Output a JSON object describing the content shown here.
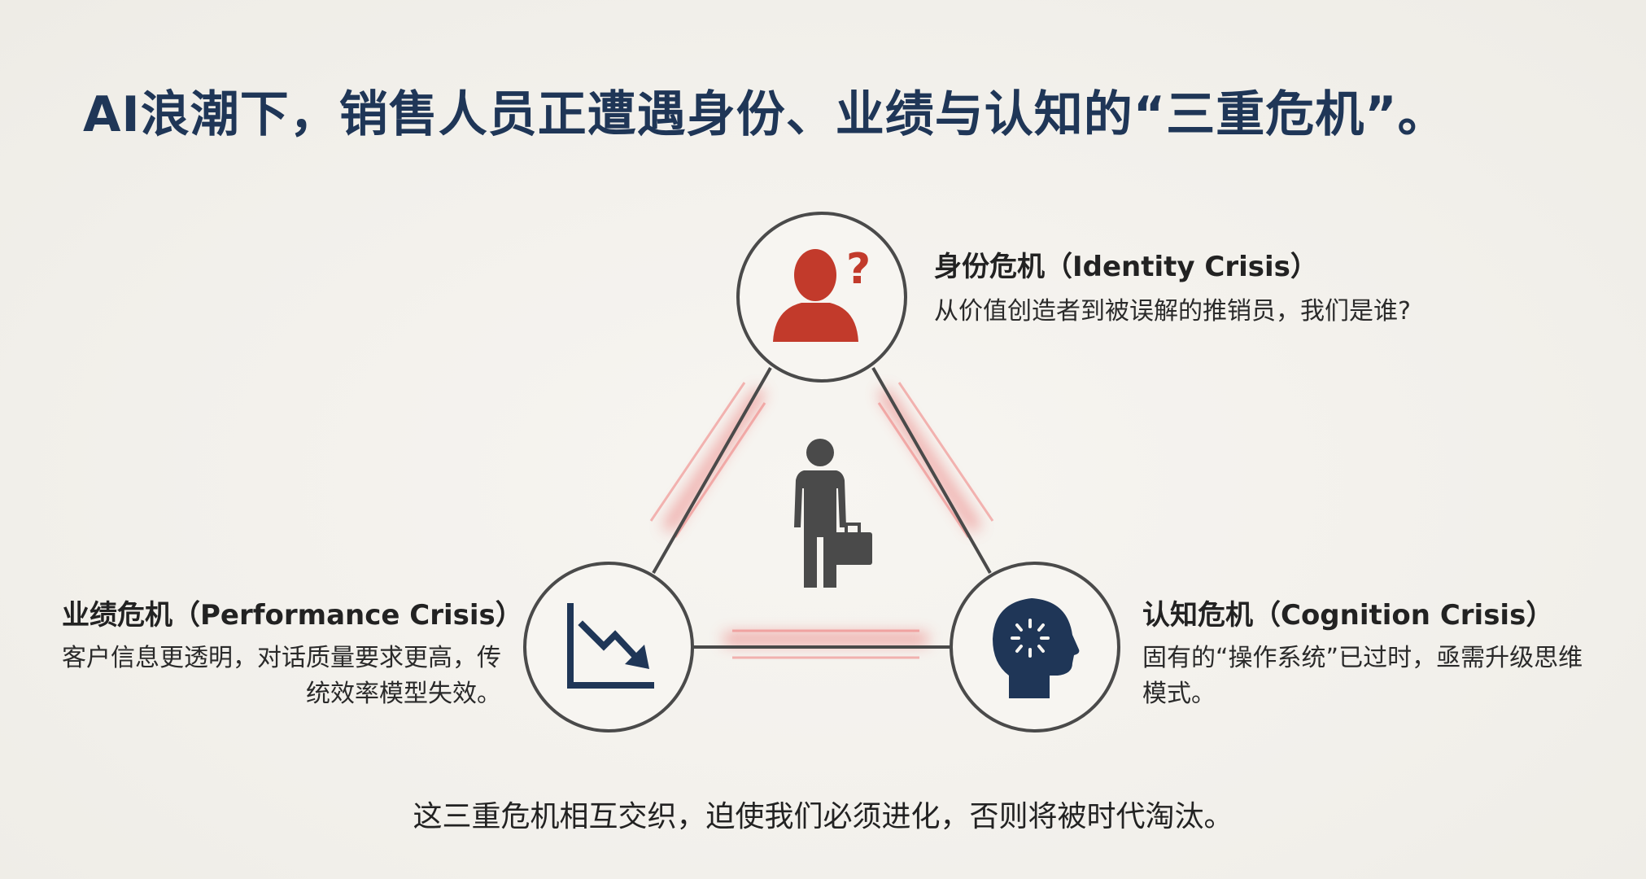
{
  "title": "AI浪潮下，销售人员正遭遇身份、业绩与认知的“三重危机”。",
  "crises": {
    "identity": {
      "title": "身份危机（Identity Crisis）",
      "description": "从价值创造者到被误解的推销员，我们是谁?",
      "icon": "person-question-icon",
      "color": "#c23a2b"
    },
    "performance": {
      "title": "业绩危机（Performance Crisis）",
      "description": "客户信息更透明，对话质量要求更高，传统效率模型失效。",
      "icon": "chart-down-icon",
      "color": "#1f3657"
    },
    "cognition": {
      "title": "认知危机（Cognition Crisis）",
      "description": "固有的“操作系统”已过时，亟需升级思维模式。",
      "icon": "head-gear-icon",
      "color": "#1f3657"
    }
  },
  "center_icon": "businessman-icon",
  "footer": "这三重危机相互交织，迫使我们必须进化，否则将被时代淘汰。",
  "colors": {
    "title": "#1f3657",
    "accent_red": "#c23a2b",
    "navy": "#1f3657",
    "line": "#4a4a4a",
    "glow": "#e85a5a",
    "background": "#f3f1ec"
  }
}
